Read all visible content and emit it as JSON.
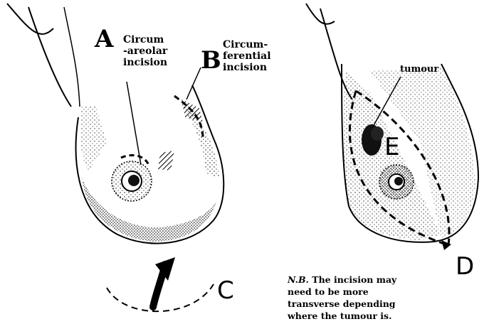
{
  "labels": {
    "A": "A",
    "B": "B",
    "C": "C",
    "D": "D",
    "E": "E"
  },
  "annotations": {
    "circum_areolar": [
      "Circum",
      "-areolar",
      "incision"
    ],
    "circum_ferential": [
      "Circum-",
      "ferential",
      "incision"
    ],
    "tumour": "tumour"
  },
  "note": {
    "prefix": "N.B.",
    "lines": [
      "The incision may",
      "need to be more",
      "transverse depending",
      "where the tumour is."
    ]
  }
}
